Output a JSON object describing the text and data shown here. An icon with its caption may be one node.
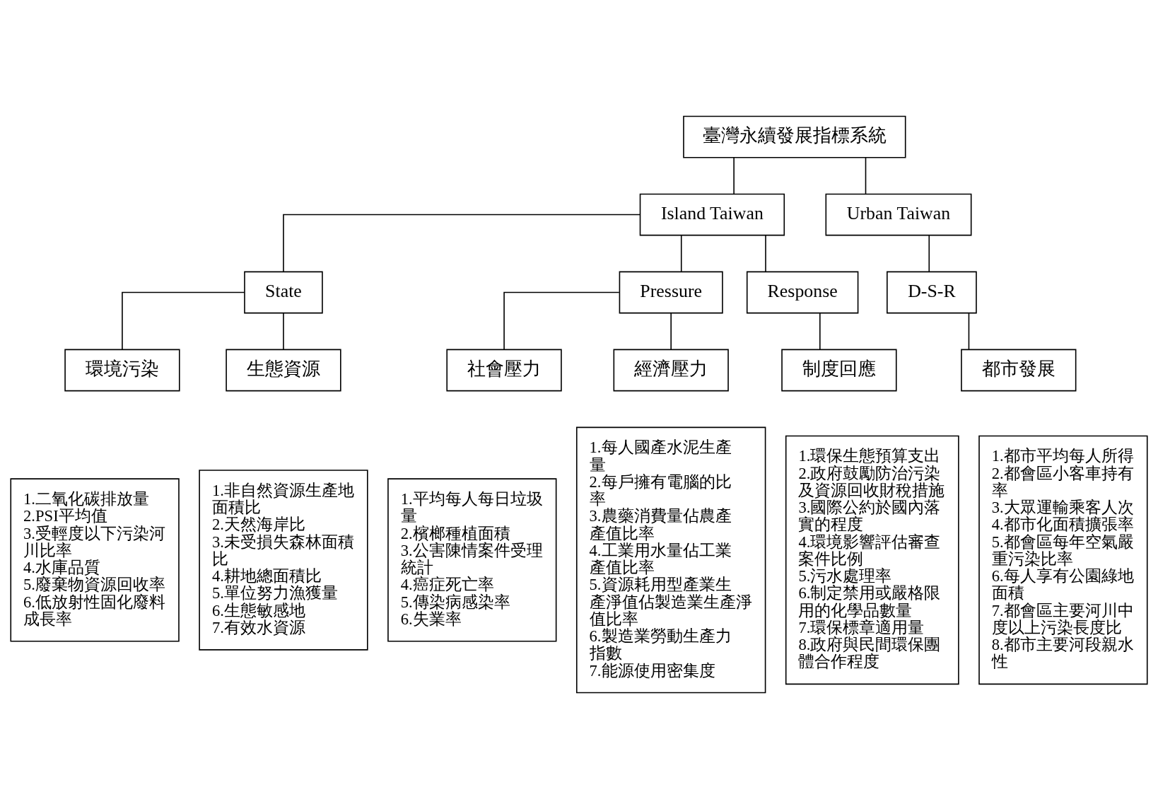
{
  "diagram": {
    "nodes": [
      {
        "text": [
          "臺灣永續發展指標系統"
        ]
      },
      {
        "text": [
          "Island Taiwan"
        ]
      },
      {
        "text": [
          "Urban Taiwan"
        ]
      },
      {
        "text": [
          "State"
        ]
      },
      {
        "text": [
          "Pressure"
        ]
      },
      {
        "text": [
          "Response"
        ]
      },
      {
        "text": [
          "D-S-R"
        ]
      },
      {
        "text": [
          "環境污染"
        ]
      },
      {
        "text": [
          "生態資源"
        ]
      },
      {
        "text": [
          "社會壓力"
        ]
      },
      {
        "text": [
          "經濟壓力"
        ]
      },
      {
        "text": [
          "制度回應"
        ]
      },
      {
        "text": [
          "都市發展"
        ]
      },
      {
        "text": [
          "1.二氧化碳排放量",
          "2.PSI平均值",
          "3.受輕度以下污染河川比率",
          "4.水庫品質",
          "5.廢棄物資源回收率",
          "6.低放射性固化廢料成長率"
        ]
      },
      {
        "text": [
          "1.非自然資源生產地面積比",
          "2.天然海岸比",
          "3.未受損失森林面積比",
          "4.耕地總面積比",
          "5.單位努力漁獲量",
          "6.生態敏感地",
          "7.有效水資源"
        ]
      },
      {
        "text": [
          "1.平均每人每日垃圾量",
          "2.檳榔種植面積",
          "3.公害陳情案件受理統計",
          "4.癌症死亡率",
          "5.傳染病感染率",
          "6.失業率"
        ]
      },
      {
        "text": [
          "1.每人國產水泥生產量",
          "2.每戶擁有電腦的比率",
          "3.農藥消費量佔農產產值比率",
          "4.工業用水量佔工業產值比率",
          "5.資源耗用型產業生產淨值佔製造業生產淨值比率",
          "6.製造業勞動生產力指數",
          "7.能源使用密集度"
        ]
      },
      {
        "text": [
          "1.環保生態預算支出",
          "2.政府鼓勵防治污染及資源回收財稅措施",
          "3.國際公約於國內落實的程度",
          "4.環境影響評估審查案件比例",
          "5.污水處理率",
          "6.制定禁用或嚴格限用的化學品數量",
          "7.環保標章適用量",
          "8.政府與民間環保團體合作程度"
        ]
      },
      {
        "text": [
          "1.都市平均每人所得",
          "2.都會區小客車持有率",
          "3.大眾運輸乘客人次",
          "4.都市化面積擴張率",
          "5.都會區每年空氣嚴重污染比率",
          "6.每人享有公園綠地面積",
          "7.都會區主要河川中度以上污染長度比",
          "8.都市主要河段親水性"
        ]
      }
    ],
    "edges": [
      {
        "from": 0,
        "to": 1,
        "arrow": "none"
      },
      {
        "from": 0,
        "to": 2,
        "arrow": "none"
      },
      {
        "from": 1,
        "to": 3,
        "arrow": "none"
      },
      {
        "from": 1,
        "to": 4,
        "arrow": "none"
      },
      {
        "from": 1,
        "to": 5,
        "arrow": "none"
      },
      {
        "from": 2,
        "to": 6,
        "arrow": "none"
      },
      {
        "from": 3,
        "to": 7,
        "arrow": "none"
      },
      {
        "from": 3,
        "to": 8,
        "arrow": "none"
      },
      {
        "from": 4,
        "to": 9,
        "arrow": "none"
      },
      {
        "from": 4,
        "to": 10,
        "arrow": "none"
      },
      {
        "from": 5,
        "to": 11,
        "arrow": "none"
      },
      {
        "from": 6,
        "to": 12,
        "arrow": "none"
      }
    ]
  }
}
